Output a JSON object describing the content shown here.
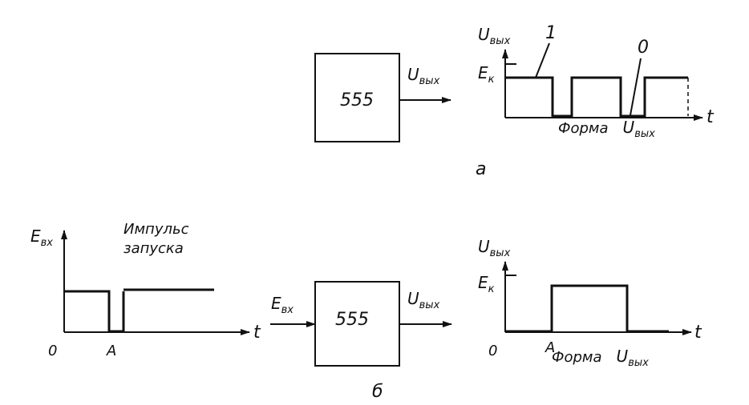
{
  "part_a": {
    "block_label": "555",
    "output_label": "U",
    "output_sub": "вых",
    "axis_y_label": "U",
    "axis_y_sub": "вых",
    "level_label": "E",
    "level_sub": "к",
    "marker_high": "1",
    "marker_low": "0",
    "axis_t_label": "t",
    "caption_text": "Форма",
    "caption_u": "U",
    "caption_sub": "вых",
    "subfigure_label": "а"
  },
  "part_b": {
    "input_axis_label": "E",
    "input_axis_sub": "вх",
    "pulse_title_line1": "Импульс",
    "pulse_title_line2": "запуска",
    "origin_label": "0",
    "point_a_label": "A",
    "axis_t_label": "t",
    "block_input_label": "E",
    "block_input_sub": "вх",
    "block_label": "555",
    "output_label": "U",
    "output_sub": "вых",
    "out_axis_y_label": "U",
    "out_axis_y_sub": "вых",
    "level_label": "E",
    "level_sub": "к",
    "out_origin_label": "0",
    "out_point_a_label": "A",
    "out_axis_t_label": "t",
    "caption_text": "Форма",
    "caption_u": "U",
    "caption_sub": "вых",
    "subfigure_label": "б"
  }
}
